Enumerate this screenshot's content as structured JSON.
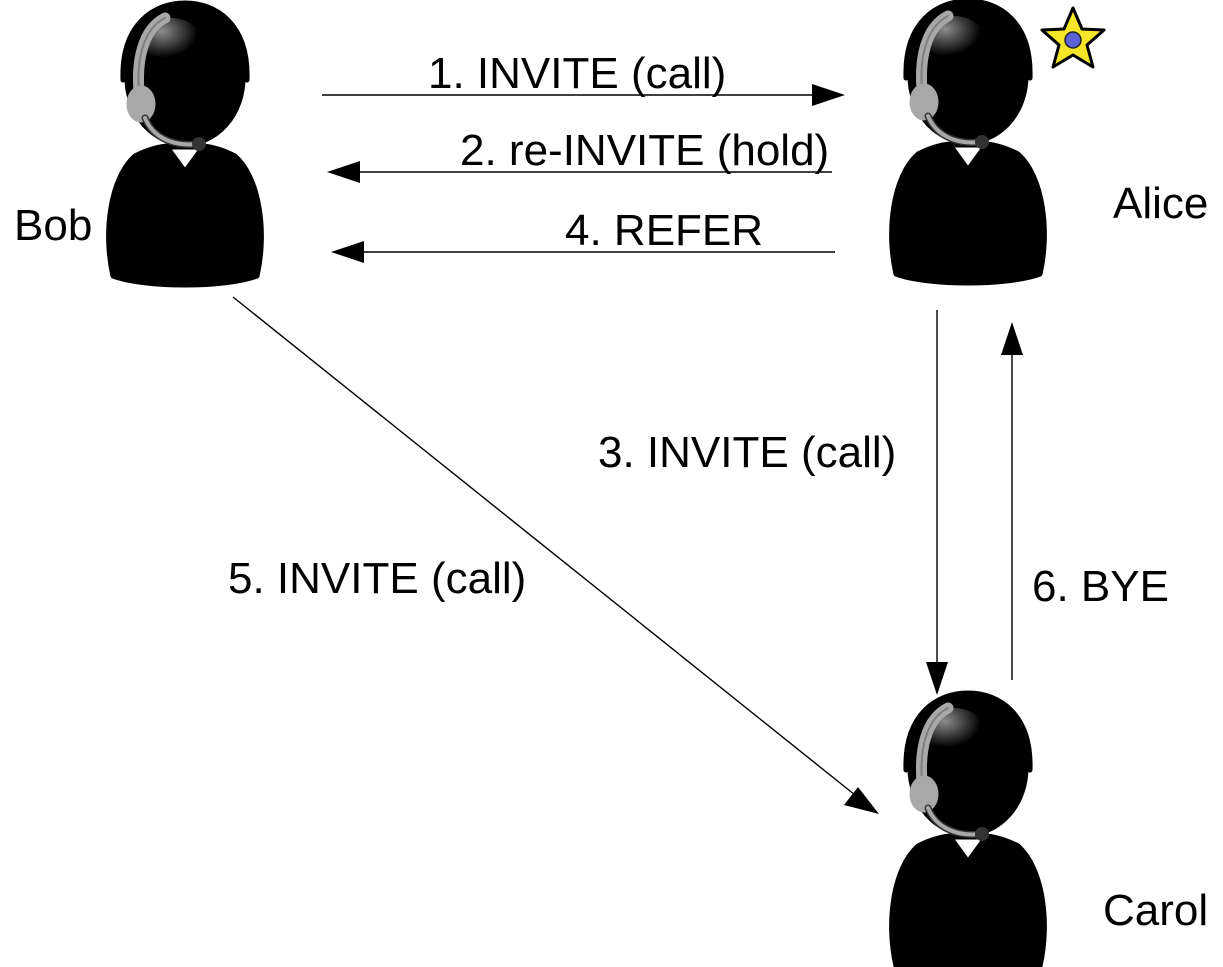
{
  "participants": {
    "bob": {
      "name": "Bob",
      "hair": "#6b4528",
      "skin": "#c77a60",
      "shirt": "#7fb24a"
    },
    "alice": {
      "name": "Alice",
      "hair": "#f0a010",
      "skin": "#f8dcc8",
      "shirt": "#e85aa8"
    },
    "carol": {
      "name": "Carol",
      "hair": "#c22a18",
      "skin": "#5a3418",
      "shirt": "#9ccc2a"
    }
  },
  "messages": [
    {
      "label": "1. INVITE (call)",
      "from": "Bob",
      "to": "Alice"
    },
    {
      "label": "2. re-INVITE (hold)",
      "from": "Alice",
      "to": "Bob"
    },
    {
      "label": "3. INVITE (call)",
      "from": "Alice",
      "to": "Carol"
    },
    {
      "label": "4. REFER",
      "from": "Alice",
      "to": "Bob"
    },
    {
      "label": "5. INVITE (call)",
      "from": "Bob",
      "to": "Carol"
    },
    {
      "label": "6. BYE",
      "from": "Carol",
      "to": "Alice"
    }
  ],
  "colors": {
    "star": "#f5e62a",
    "star_gem": "#5a62d8",
    "headset": "#a8a8a8",
    "arrow": "#000000"
  },
  "icons": {
    "person": "person-with-headset-icon",
    "badge": "star-icon"
  }
}
